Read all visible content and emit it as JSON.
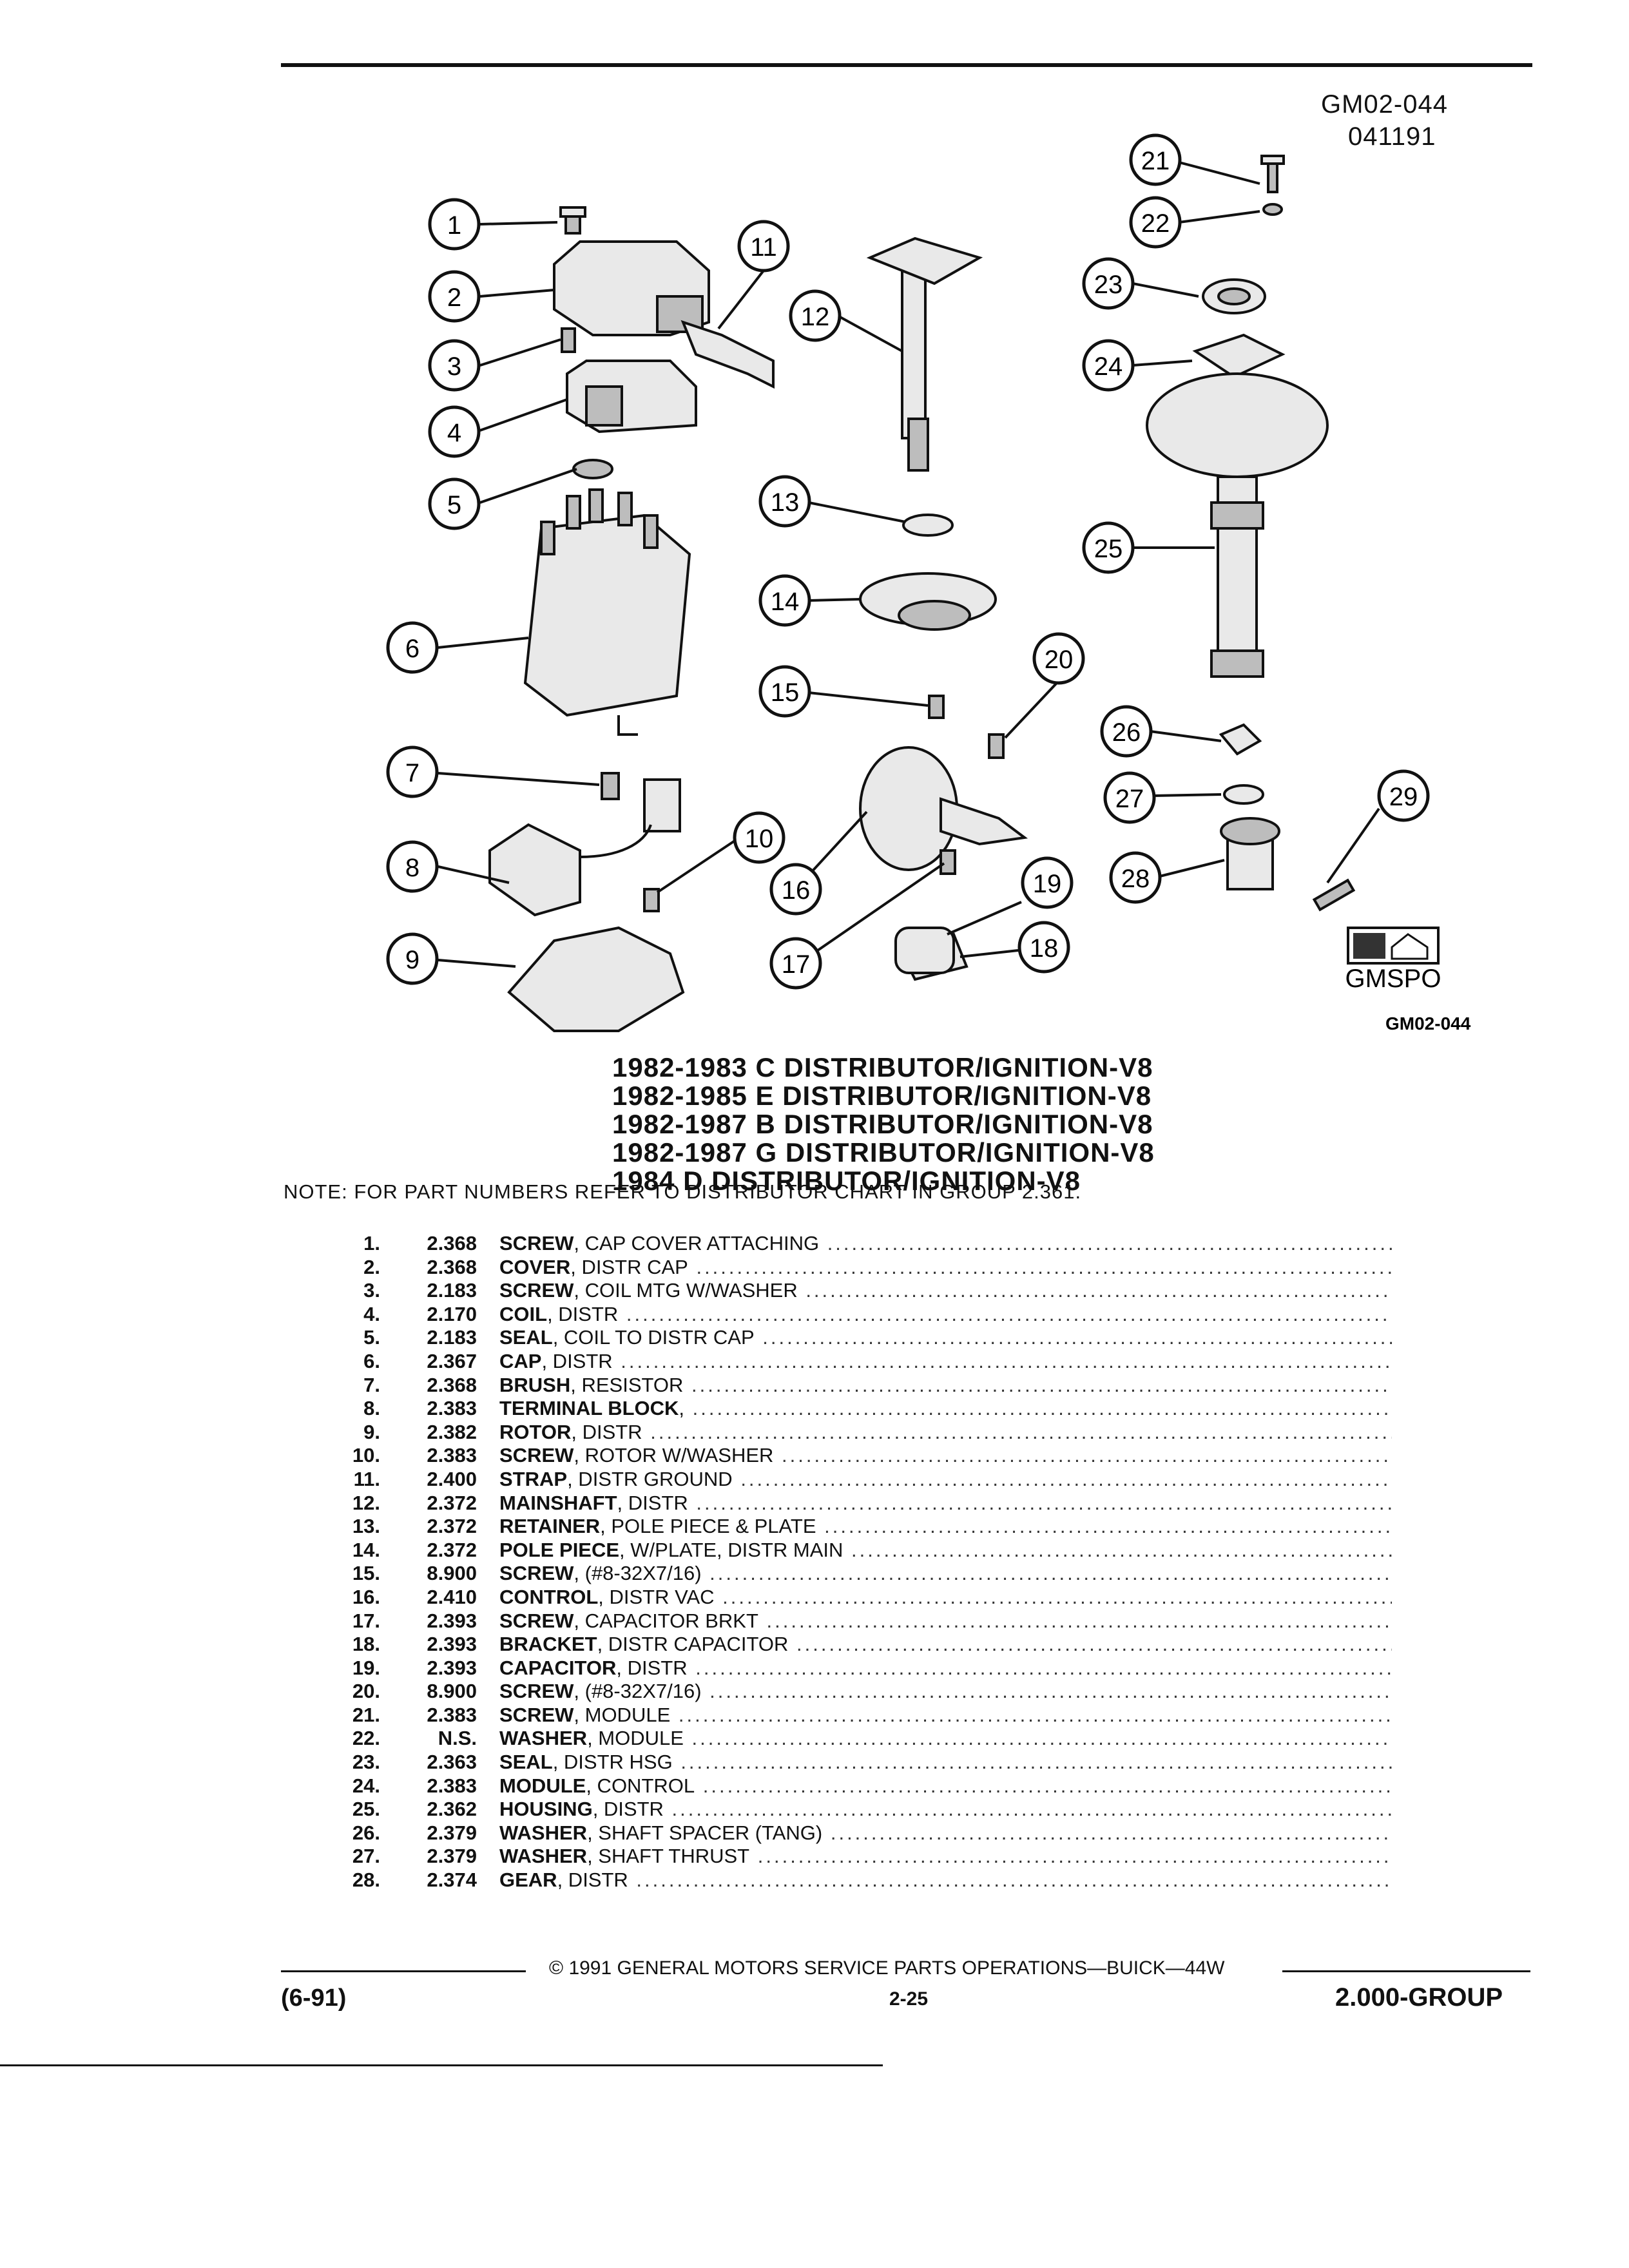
{
  "header": {
    "code": "GM02-044",
    "date_code": "041191"
  },
  "diagram": {
    "callouts": [
      "1",
      "2",
      "3",
      "4",
      "5",
      "6",
      "7",
      "8",
      "9",
      "10",
      "11",
      "12",
      "13",
      "14",
      "15",
      "16",
      "17",
      "18",
      "19",
      "20",
      "21",
      "22",
      "23",
      "24",
      "25",
      "26",
      "27",
      "28",
      "29"
    ],
    "logo_text": "GMSPO",
    "figure_code": "GM02-044"
  },
  "titles": [
    "1982-1983 C DISTRIBUTOR/IGNITION-V8",
    "1982-1985 E DISTRIBUTOR/IGNITION-V8",
    "1982-1987 B DISTRIBUTOR/IGNITION-V8",
    "1982-1987 G DISTRIBUTOR/IGNITION-V8",
    "1984 D DISTRIBUTOR/IGNITION-V8"
  ],
  "note": "NOTE:  FOR PART NUMBERS REFER TO DISTRIBUTOR CHART IN GROUP 2.361.",
  "parts": [
    {
      "num": "1.",
      "group": "2.368",
      "name": "SCREW",
      "desc": ", CAP COVER ATTACHING"
    },
    {
      "num": "2.",
      "group": "2.368",
      "name": "COVER",
      "desc": ", DISTR CAP"
    },
    {
      "num": "3.",
      "group": "2.183",
      "name": "SCREW",
      "desc": ", COIL MTG W/WASHER"
    },
    {
      "num": "4.",
      "group": "2.170",
      "name": "COIL",
      "desc": ", DISTR"
    },
    {
      "num": "5.",
      "group": "2.183",
      "name": "SEAL",
      "desc": ", COIL TO DISTR CAP"
    },
    {
      "num": "6.",
      "group": "2.367",
      "name": "CAP",
      "desc": ", DISTR"
    },
    {
      "num": "7.",
      "group": "2.368",
      "name": "BRUSH",
      "desc": ", RESISTOR"
    },
    {
      "num": "8.",
      "group": "2.383",
      "name": "TERMINAL BLOCK",
      "desc": ","
    },
    {
      "num": "9.",
      "group": "2.382",
      "name": "ROTOR",
      "desc": ", DISTR"
    },
    {
      "num": "10.",
      "group": "2.383",
      "name": "SCREW",
      "desc": ", ROTOR W/WASHER"
    },
    {
      "num": "11.",
      "group": "2.400",
      "name": "STRAP",
      "desc": ", DISTR GROUND"
    },
    {
      "num": "12.",
      "group": "2.372",
      "name": "MAINSHAFT",
      "desc": ", DISTR"
    },
    {
      "num": "13.",
      "group": "2.372",
      "name": "RETAINER",
      "desc": ", POLE PIECE & PLATE"
    },
    {
      "num": "14.",
      "group": "2.372",
      "name": "POLE PIECE",
      "desc": ", W/PLATE, DISTR MAIN"
    },
    {
      "num": "15.",
      "group": "8.900",
      "name": "SCREW",
      "desc": ", (#8-32X7/16)"
    },
    {
      "num": "16.",
      "group": "2.410",
      "name": "CONTROL",
      "desc": ", DISTR VAC"
    },
    {
      "num": "17.",
      "group": "2.393",
      "name": "SCREW",
      "desc": ", CAPACITOR BRKT"
    },
    {
      "num": "18.",
      "group": "2.393",
      "name": "BRACKET",
      "desc": ", DISTR CAPACITOR"
    },
    {
      "num": "19.",
      "group": "2.393",
      "name": "CAPACITOR",
      "desc": ", DISTR"
    },
    {
      "num": "20.",
      "group": "8.900",
      "name": "SCREW",
      "desc": ", (#8-32X7/16)"
    },
    {
      "num": "21.",
      "group": "2.383",
      "name": "SCREW",
      "desc": ", MODULE"
    },
    {
      "num": "22.",
      "group": "N.S.",
      "name": "WASHER",
      "desc": ", MODULE"
    },
    {
      "num": "23.",
      "group": "2.363",
      "name": "SEAL",
      "desc": ", DISTR HSG"
    },
    {
      "num": "24.",
      "group": "2.383",
      "name": "MODULE",
      "desc": ", CONTROL"
    },
    {
      "num": "25.",
      "group": "2.362",
      "name": "HOUSING",
      "desc": ", DISTR"
    },
    {
      "num": "26.",
      "group": "2.379",
      "name": "WASHER",
      "desc": ", SHAFT SPACER (TANG)"
    },
    {
      "num": "27.",
      "group": "2.379",
      "name": "WASHER",
      "desc": ", SHAFT THRUST"
    },
    {
      "num": "28.",
      "group": "2.374",
      "name": "GEAR",
      "desc": ", DISTR"
    }
  ],
  "footer": {
    "copyright": "©  1991  GENERAL MOTORS SERVICE PARTS OPERATIONS—BUICK—44W",
    "date": "(6-91)",
    "page": "2-25",
    "group": "2.000-GROUP"
  }
}
